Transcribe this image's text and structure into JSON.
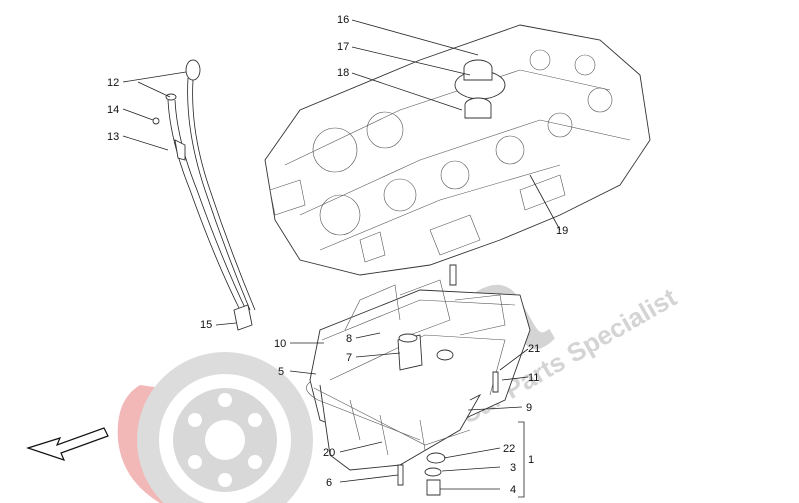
{
  "diagram": {
    "callouts": [
      {
        "id": "c16",
        "label": "16"
      },
      {
        "id": "c17",
        "label": "17"
      },
      {
        "id": "c18",
        "label": "18"
      },
      {
        "id": "c12",
        "label": "12"
      },
      {
        "id": "c14",
        "label": "14"
      },
      {
        "id": "c13",
        "label": "13"
      },
      {
        "id": "c19",
        "label": "19"
      },
      {
        "id": "c15",
        "label": "15"
      },
      {
        "id": "c8",
        "label": "8"
      },
      {
        "id": "c10",
        "label": "10"
      },
      {
        "id": "c7",
        "label": "7"
      },
      {
        "id": "c5",
        "label": "5"
      },
      {
        "id": "c21",
        "label": "21"
      },
      {
        "id": "c11",
        "label": "11"
      },
      {
        "id": "c9",
        "label": "9"
      },
      {
        "id": "c20",
        "label": "20"
      },
      {
        "id": "c22",
        "label": "22"
      },
      {
        "id": "c1",
        "label": "1"
      },
      {
        "id": "c3",
        "label": "3"
      },
      {
        "id": "c6",
        "label": "6"
      },
      {
        "id": "c4",
        "label": "4"
      }
    ]
  },
  "watermark": {
    "brand": "Ma",
    "tagline": "Car Parts Specialist",
    "tagline2": "Specialist",
    "colors": {
      "grey": "#d4d4d4",
      "red": "#f2b8b8"
    }
  },
  "direction_arrow": {
    "icon": "front-direction-arrow-icon"
  }
}
